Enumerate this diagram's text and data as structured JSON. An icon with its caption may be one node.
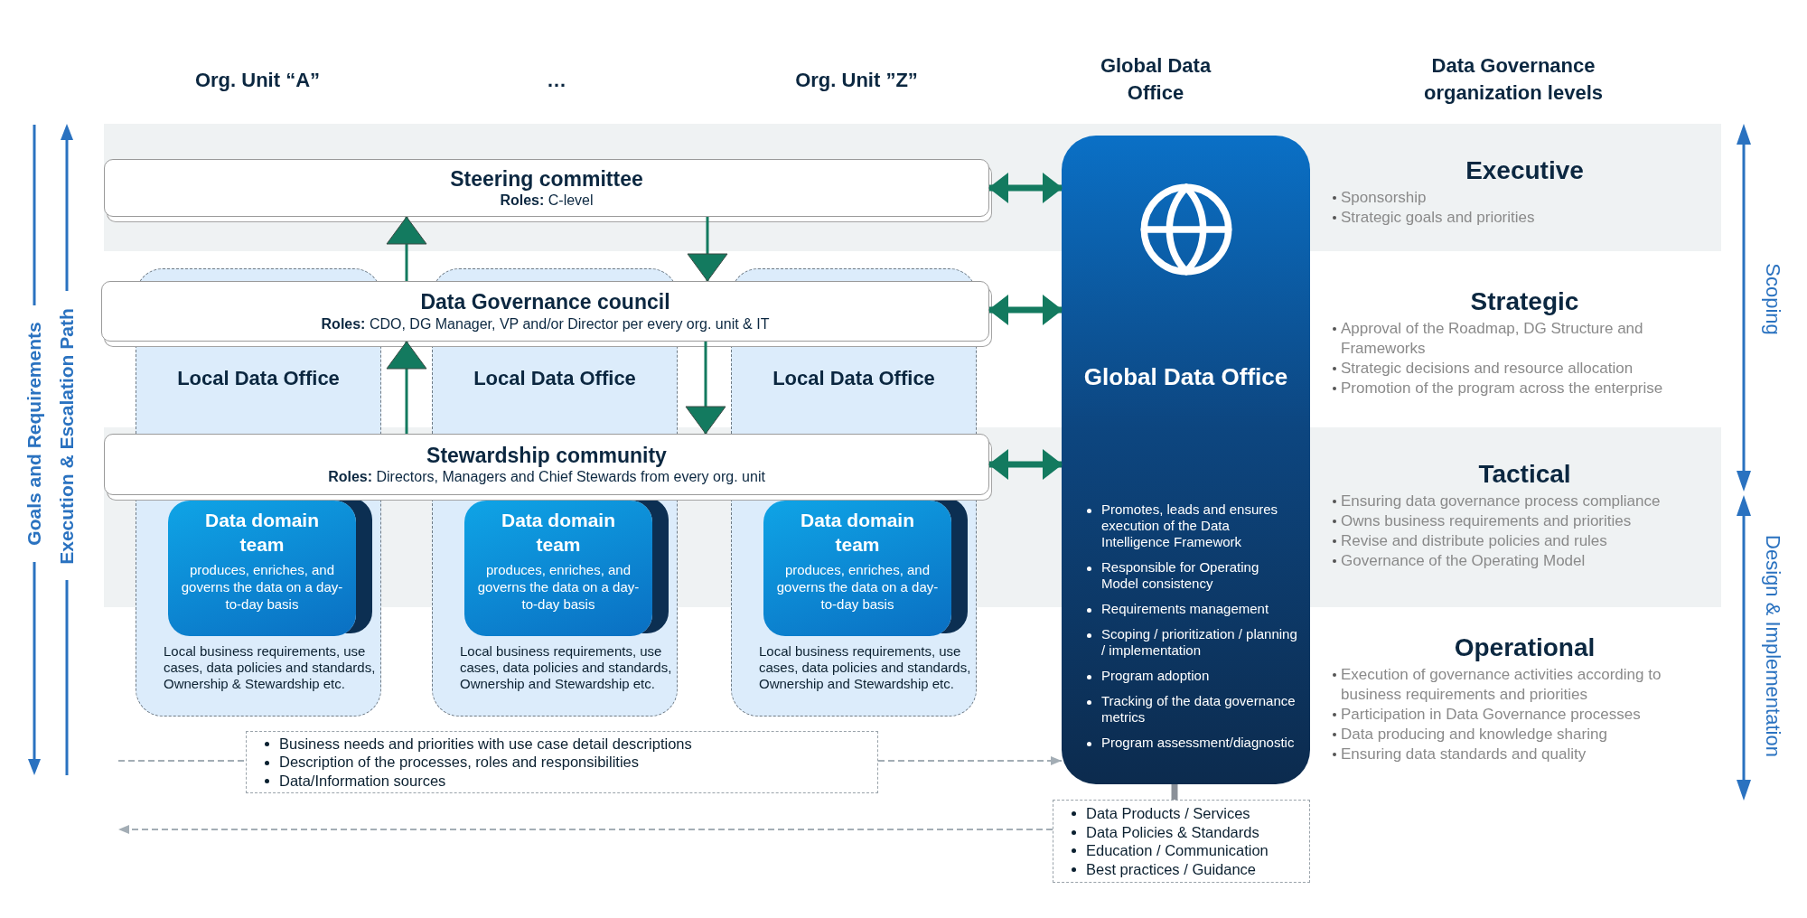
{
  "diagram": {
    "nodes": [
      {
        "text": [
          "Steering committee",
          "**Roles:** C-level"
        ]
      },
      {
        "text": [
          "Data Governance council",
          "**Roles:** CDO, DG Manager, VP and/or Director per every org. unit & IT"
        ]
      },
      {
        "text": [
          "Stewardship community",
          "**Roles:** Directors, Managers and Chief Stewards from every org. unit"
        ]
      },
      {
        "text": [
          "Local Data Office",
          "Local business requirements, use cases, data policies and standards, Ownership & Stewardship etc."
        ]
      },
      {
        "text": [
          "Data domain team",
          "produces, enriches, and governs the data on a day-to-day basis"
        ],
        "in": 3
      },
      {
        "text": [
          "Local Data Office",
          "Local business requirements, use cases, data policies and standards, Ownership and Stewardship etc."
        ]
      },
      {
        "text": [
          "Data domain team",
          "produces, enriches, and governs the data on a day-to-day basis"
        ],
        "in": 5
      },
      {
        "text": [
          "Local Data Office",
          "Local business requirements, use cases, data policies and standards, Ownership and Stewardship etc."
        ]
      },
      {
        "text": [
          "Data domain team",
          "produces, enriches, and governs the data on a day-to-day basis"
        ],
        "in": 7
      },
      {
        "text": [
          "Global Data Office",
          "Promotes, leads and ensures execution of the Data Intelligence Framework",
          "Responsible for Operating Model consistency",
          "Requirements management",
          "Scoping / prioritization / planning / implementation",
          "Program adoption",
          "Tracking of the data governance metrics",
          "Program assessment/diagnostic"
        ]
      },
      {
        "text": [
          "Business needs and priorities with use case detail descriptions",
          "Description of the processes, roles and responsibilities",
          "Data/Information sources"
        ]
      },
      {
        "text": [
          "Data Products / Services",
          "Data Policies & Standards",
          "Education / Communication",
          "Best practices / Guidance"
        ]
      }
    ],
    "edges": [
      {
        "from": 1,
        "to": 0,
        "arrow": "to"
      },
      {
        "from": 0,
        "to": 1,
        "arrow": "to"
      },
      {
        "from": 2,
        "to": 1,
        "arrow": "to"
      },
      {
        "from": 1,
        "to": 2,
        "arrow": "to"
      },
      {
        "from": 0,
        "to": 9,
        "arrow": "both",
        "style": "thick"
      },
      {
        "from": 1,
        "to": 9,
        "arrow": "both",
        "style": "thick"
      },
      {
        "from": 2,
        "to": 9,
        "arrow": "both",
        "style": "thick"
      },
      {
        "from": null,
        "to": 10,
        "arrow": "none",
        "style": "dashed",
        "color": "#a3adb5"
      },
      {
        "from": 10,
        "to": 9,
        "arrow": "to",
        "style": "dashed",
        "color": "#a3adb5"
      },
      {
        "from": 9,
        "to": 11,
        "arrow": "none",
        "style": "thick",
        "color": "#8a9098"
      },
      {
        "from": 11,
        "to": null,
        "arrow": "to",
        "style": "dashed",
        "color": "#a3adb5"
      }
    ],
    "labels": [
      "Org. Unit “A”",
      "…",
      "Org. Unit ”Z”",
      "Global Data Office",
      "Data Governance organization levels",
      "Goals and Requirements",
      "Execution & Escalation Path",
      "Executive",
      "Sponsorship",
      "Strategic goals and priorities",
      "Strategic",
      "Approval of the Roadmap, DG Structure and Frameworks",
      "Strategic decisions and resource allocation",
      "Promotion of the program across the enterprise",
      "Tactical",
      "Ensuring data governance process compliance",
      "Owns business requirements and priorities",
      "Revise and distribute policies and rules",
      "Governance of the Operating Model",
      "Operational",
      "Execution of governance activities according to business requirements and priorities",
      "Participation in Data Governance processes",
      "Data producing and knowledge sharing",
      "Ensuring data standards and quality",
      "Scoping",
      "Design & Implementation"
    ]
  }
}
